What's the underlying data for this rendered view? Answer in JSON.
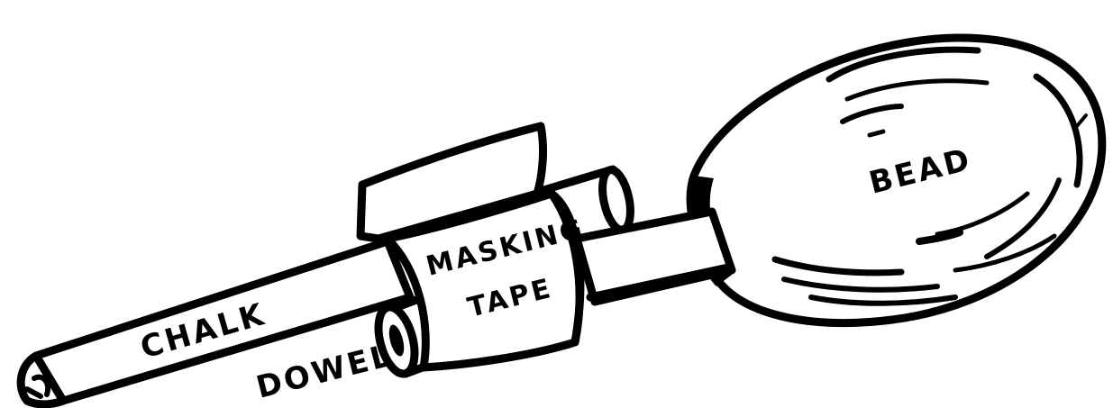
{
  "labels": {
    "chalk": "CHALK",
    "dowel": "DOWEL",
    "masking_tape_line1": "MASKING",
    "masking_tape_line2": "TAPE",
    "bead": "BEAD"
  },
  "colors": {
    "ink": "#000000",
    "paper": "#ffffff"
  }
}
